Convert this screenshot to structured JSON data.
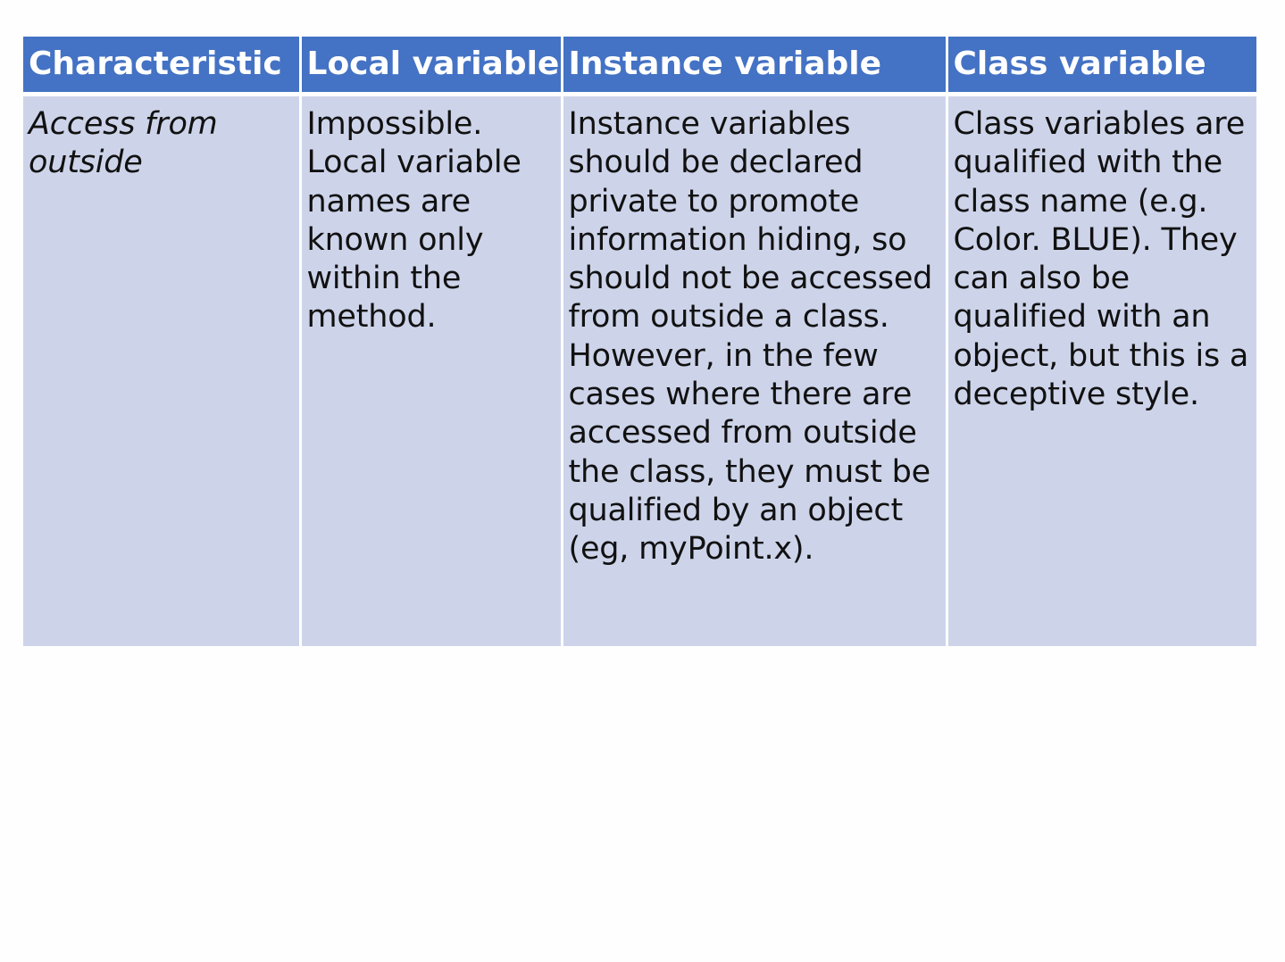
{
  "table": {
    "headers": [
      "Characteristic",
      "Local variable",
      "Instance variable",
      "Class variable"
    ],
    "rows": [
      {
        "label": "Access from outside",
        "local": "Impossible. Local variable names are known only within the method.",
        "instance": "Instance variables should be declared private to promote information hiding, so should not be accessed from outside a class. However, in the few cases where there are accessed from outside the class, they must be qualified by an object (eg, myPoint.x).",
        "class": "Class variables are qualified with the class name (e.g. Color. BLUE). They can also be qualified with an object, but this is a deceptive style."
      }
    ]
  },
  "colors": {
    "header_bg": "#4472c4",
    "header_text": "#ffffff",
    "cell_bg": "#cdd4ea",
    "cell_text": "#111111",
    "page_bg": "#fefefe"
  }
}
